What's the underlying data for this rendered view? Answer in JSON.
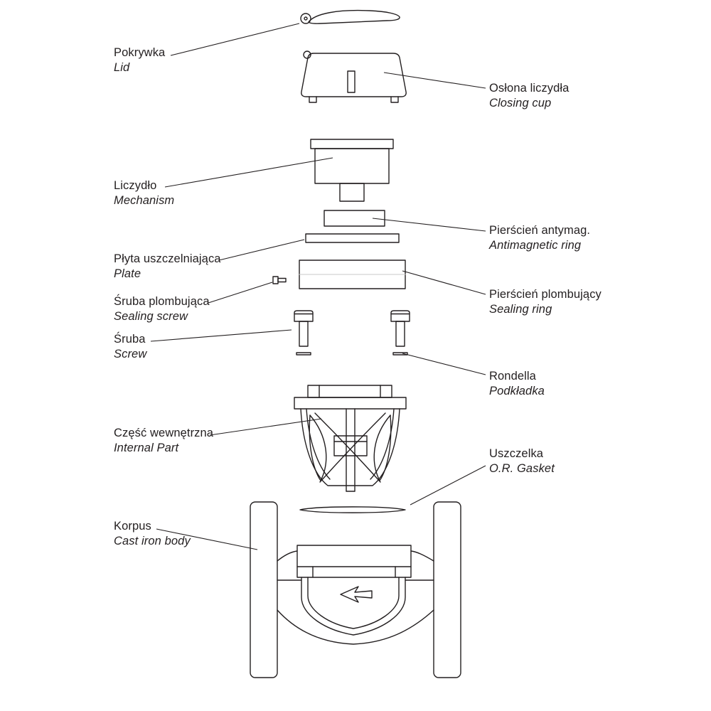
{
  "colors": {
    "ink": "#231f20",
    "faint": "#c9c9c9",
    "background": "#ffffff"
  },
  "labels": {
    "left": [
      {
        "id": "pokrywka",
        "line1": "Pokrywka",
        "line2": "Lid"
      },
      {
        "id": "liczydlo",
        "line1": "Liczydło",
        "line2": "Mechanism"
      },
      {
        "id": "plyta",
        "line1": "Płyta uszczelniająca",
        "line2": "Plate"
      },
      {
        "id": "sruba-plombujaca",
        "line1": "Śruba plombująca",
        "line2": "Sealing screw"
      },
      {
        "id": "sruba",
        "line1": "Śruba",
        "line2": "Screw"
      },
      {
        "id": "czesc-wewnetrzna",
        "line1": "Część wewnętrzna",
        "line2": "Internal Part"
      },
      {
        "id": "korpus",
        "line1": "Korpus",
        "line2": "Cast iron body"
      }
    ],
    "right": [
      {
        "id": "oslona-liczydla",
        "line1": "Osłona liczydła",
        "line2": "Closing cup"
      },
      {
        "id": "pierscien-antymag",
        "line1": "Pierścień antymag.",
        "line2": "Antimagnetic ring"
      },
      {
        "id": "pierscien-plombujacy",
        "line1": "Pierścień plombujący",
        "line2": "Sealing ring"
      },
      {
        "id": "rondella",
        "line1": "Rondella",
        "line2": "Podkładka"
      },
      {
        "id": "uszczelka",
        "line1": "Uszczelka",
        "line2": "O.R. Gasket"
      }
    ]
  }
}
